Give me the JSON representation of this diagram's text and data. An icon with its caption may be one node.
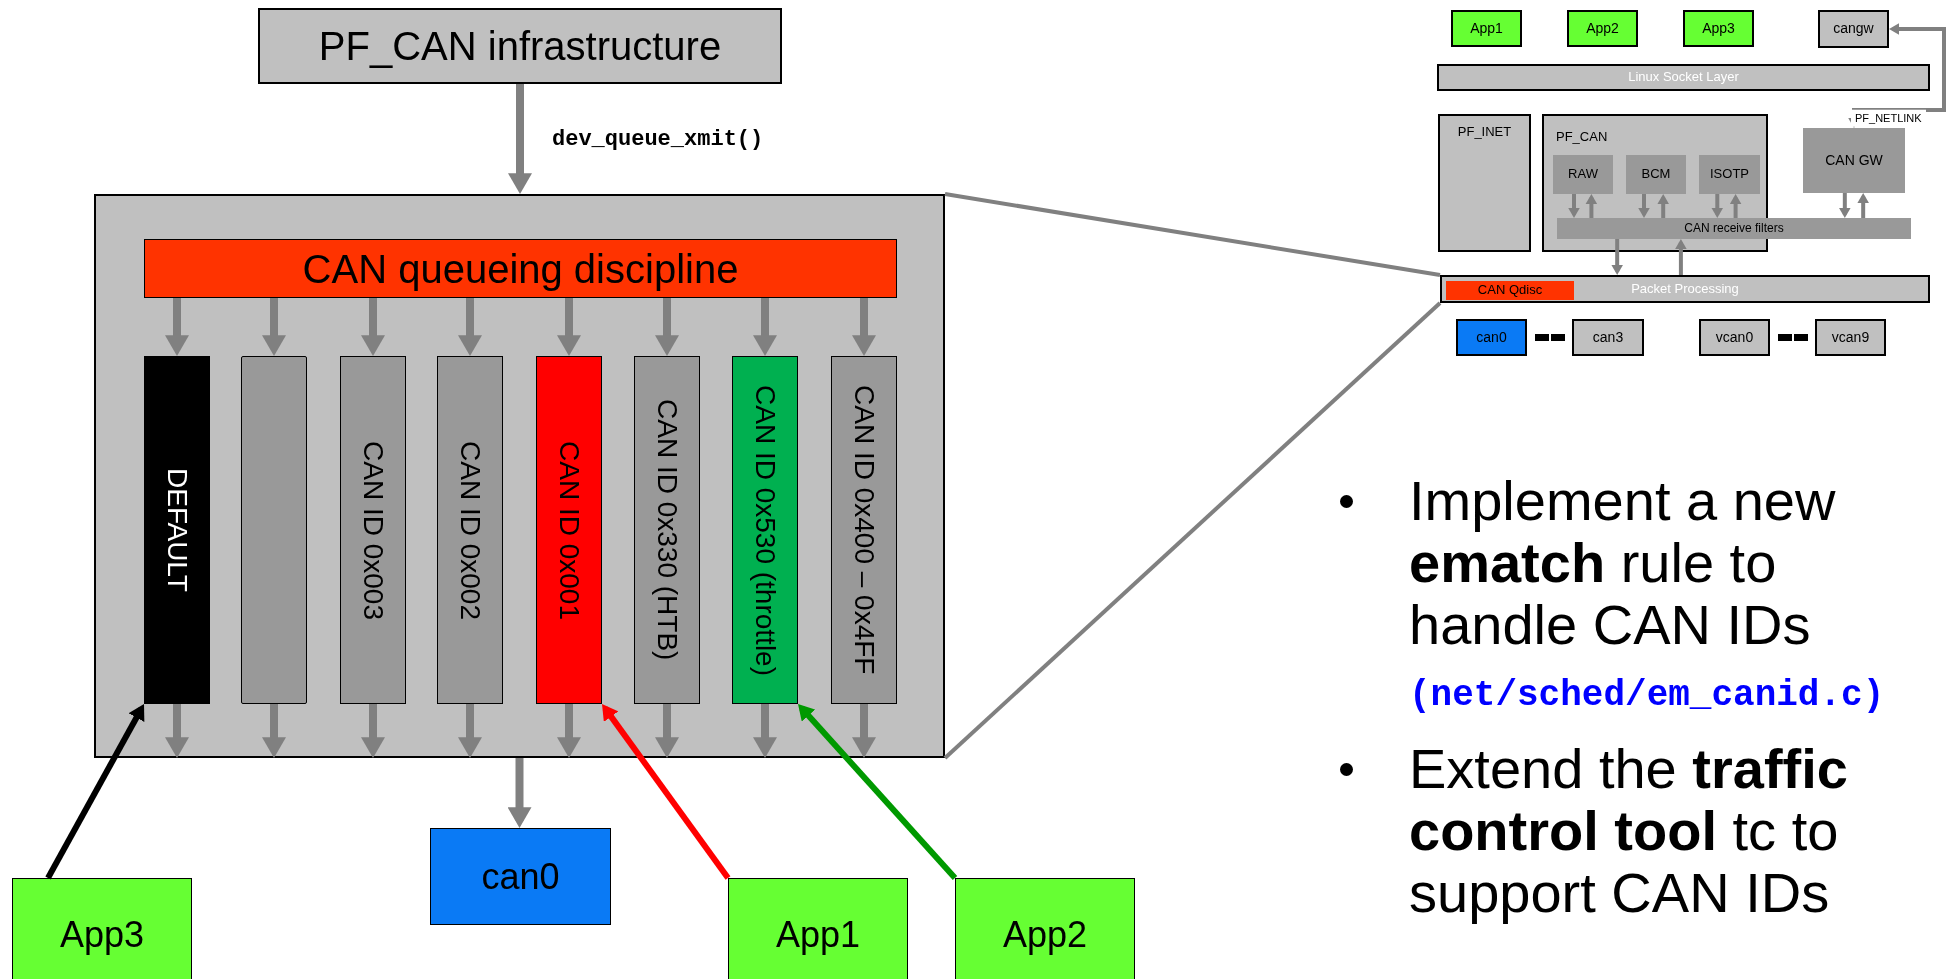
{
  "diagram": {
    "nodes": [
      {
        "text": [
          "PF_CAN infrastructure"
        ]
      },
      {
        "text": [],
        "shape": "box"
      },
      {
        "text": [
          "CAN queueing discipline"
        ],
        "in": 1
      },
      {
        "text": [
          "DEFAULT"
        ],
        "in": 1
      },
      {
        "text": [],
        "shape": "bar",
        "in": 1
      },
      {
        "text": [
          "CAN ID 0x003"
        ],
        "in": 1
      },
      {
        "text": [
          "CAN ID 0x002"
        ],
        "in": 1
      },
      {
        "text": [
          "CAN ID 0x001"
        ],
        "in": 1
      },
      {
        "text": [
          "CAN ID 0x330 (HTB)"
        ],
        "in": 1
      },
      {
        "text": [
          "CAN ID 0x530 (throttle)"
        ],
        "in": 1
      },
      {
        "text": [
          "CAN ID 0x400 – 0x4FF"
        ],
        "in": 1
      },
      {
        "text": [
          "can0"
        ]
      },
      {
        "text": [
          "App3"
        ]
      },
      {
        "text": [
          "App1"
        ]
      },
      {
        "text": [
          "App2"
        ]
      },
      {
        "text": [
          "App1"
        ]
      },
      {
        "text": [
          "App2"
        ]
      },
      {
        "text": [
          "App3"
        ]
      },
      {
        "text": [
          "cangw"
        ]
      },
      {
        "text": [
          "Linux Socket Layer"
        ]
      },
      {
        "text": [
          "PF_INET"
        ]
      },
      {
        "text": [
          "PF_CAN"
        ]
      },
      {
        "text": [
          "RAW"
        ],
        "in": 21
      },
      {
        "text": [
          "BCM"
        ],
        "in": 21
      },
      {
        "text": [
          "ISOTP"
        ],
        "in": 21
      },
      {
        "text": [
          "CAN GW"
        ]
      },
      {
        "text": [
          "CAN receive filters"
        ]
      },
      {
        "text": [
          "Packet Processing"
        ]
      },
      {
        "text": [
          "CAN Qdisc"
        ],
        "in": 27
      },
      {
        "text": [
          "can0"
        ]
      },
      {
        "text": [
          "can3"
        ]
      },
      {
        "text": [
          "vcan0"
        ]
      },
      {
        "text": [
          "vcan9"
        ]
      }
    ],
    "edges": [
      {
        "from": 0,
        "to": 1,
        "arrow": "to",
        "label": "dev_queue_xmit()"
      },
      {
        "from": 2,
        "to": 3,
        "arrow": "to"
      },
      {
        "from": 2,
        "to": 4,
        "arrow": "to"
      },
      {
        "from": 2,
        "to": 5,
        "arrow": "to"
      },
      {
        "from": 2,
        "to": 6,
        "arrow": "to"
      },
      {
        "from": 2,
        "to": 7,
        "arrow": "to"
      },
      {
        "from": 2,
        "to": 8,
        "arrow": "to"
      },
      {
        "from": 2,
        "to": 9,
        "arrow": "to"
      },
      {
        "from": 2,
        "to": 10,
        "arrow": "to"
      },
      {
        "from": 3,
        "to": 1,
        "arrow": "to"
      },
      {
        "from": 4,
        "to": 1,
        "arrow": "to"
      },
      {
        "from": 5,
        "to": 1,
        "arrow": "to"
      },
      {
        "from": 6,
        "to": 1,
        "arrow": "to"
      },
      {
        "from": 7,
        "to": 1,
        "arrow": "to"
      },
      {
        "from": 8,
        "to": 1,
        "arrow": "to"
      },
      {
        "from": 9,
        "to": 1,
        "arrow": "to"
      },
      {
        "from": 10,
        "to": 1,
        "arrow": "to"
      },
      {
        "from": 1,
        "to": 11,
        "arrow": "to"
      },
      {
        "from": 12,
        "to": 3,
        "arrow": "to",
        "color": "#000000"
      },
      {
        "from": 13,
        "to": 7,
        "arrow": "to",
        "color": "#ff0000"
      },
      {
        "from": 14,
        "to": 9,
        "arrow": "to",
        "color": "#009900"
      },
      {
        "from": 1,
        "to": 27,
        "arrow": "none"
      },
      {
        "from": 1,
        "to": 27,
        "arrow": "none"
      },
      {
        "from": 18,
        "to": 25,
        "arrow": "both",
        "label": "PF_NETLINK"
      },
      {
        "from": 22,
        "to": 26,
        "arrow": "to"
      },
      {
        "from": 26,
        "to": 22,
        "arrow": "to"
      },
      {
        "from": 23,
        "to": 26,
        "arrow": "to"
      },
      {
        "from": 26,
        "to": 23,
        "arrow": "to"
      },
      {
        "from": 24,
        "to": 26,
        "arrow": "to"
      },
      {
        "from": 26,
        "to": 24,
        "arrow": "to"
      },
      {
        "from": 25,
        "to": 26,
        "arrow": "to"
      },
      {
        "from": 26,
        "to": 25,
        "arrow": "to"
      },
      {
        "from": 26,
        "to": 27,
        "arrow": "to"
      },
      {
        "from": 27,
        "to": 26,
        "arrow": "to"
      },
      {
        "from": 29,
        "to": 30,
        "arrow": "none",
        "style": "dashed",
        "color": "#000000"
      },
      {
        "from": 31,
        "to": 32,
        "arrow": "none",
        "style": "dashed",
        "color": "#000000"
      }
    ],
    "labels": [
      "Implement a new **ematch** rule to handle CAN IDs",
      "(net/sched/em_canid.c)",
      "Extend the **traffic control tool** tc to support CAN IDs"
    ]
  }
}
